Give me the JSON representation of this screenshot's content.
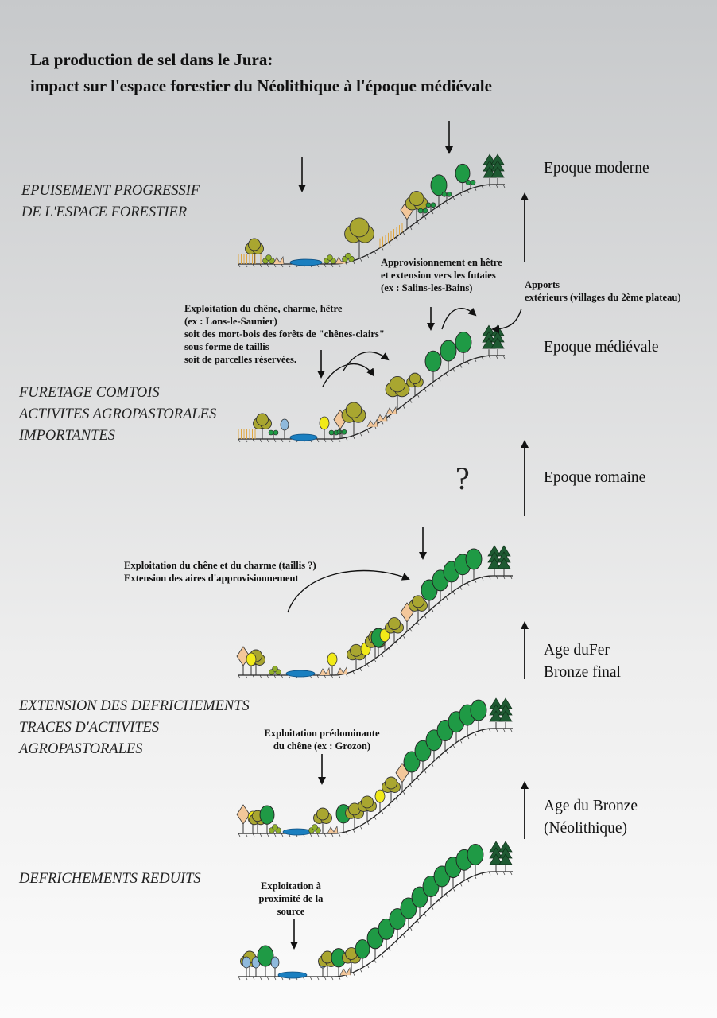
{
  "title": {
    "line1": "La production de sel dans le Jura:",
    "line2": "impact sur l'espace forestier du Néolithique à l'époque médiévale"
  },
  "labels": {
    "epuisement": [
      "EPUISEMENT PROGRESSIF",
      "DE L'ESPACE FORESTIER"
    ],
    "furetage": [
      "FURETAGE COMTOIS",
      "ACTIVITES AGROPASTORALES",
      "IMPORTANTES"
    ],
    "extension": [
      "EXTENSION DES DEFRICHEMENTS",
      "TRACES D'ACTIVITES",
      "AGROPASTORALES"
    ],
    "defrichements": [
      "DEFRICHEMENTS REDUITS"
    ]
  },
  "periods": {
    "moderne": [
      "Epoque moderne"
    ],
    "medievale": [
      "Epoque médiévale"
    ],
    "romaine": [
      "Epoque romaine"
    ],
    "fer": [
      "Age duFer",
      "Bronze final"
    ],
    "bronze": [
      "Age du Bronze",
      "(Néolithique)"
    ]
  },
  "notes": {
    "hetre": [
      "Approvisionnement en hêtre",
      "et extension vers les futaies",
      "(ex : Salins-les-Bains)"
    ],
    "apports": [
      "Apports",
      "extérieurs (villages du 2ème plateau)"
    ],
    "chene_charme_hetre": [
      "Exploitation du chêne, charme, hêtre",
      "(ex : Lons-le-Saunier)",
      "soit des mort-bois des forêts de \"chênes-clairs\"",
      "sous forme de taillis",
      "soit de parcelles réservées."
    ],
    "chene_charme": [
      "Exploitation du chêne et du charme (taillis ?)",
      "Extension des aires d'approvisionnement"
    ],
    "predominante": [
      "Exploitation prédominante",
      "du chêne (ex : Grozon)"
    ],
    "proximite": [
      "Exploitation  à",
      "proximité de la",
      "source"
    ]
  },
  "question_mark": "?",
  "colors": {
    "oak": "#a9a630",
    "beech": "#1f9a45",
    "conifer": "#1e5a32",
    "hornbeam_yellow": "#f1ea18",
    "fruit_blue": "#8fb9dc",
    "scrub_tan": "#f3c79a",
    "water": "#1a7fc0",
    "fence": "#e0a640",
    "shrub_green": "#8fae2a",
    "background_top": "#c7c9cb",
    "background_bottom": "#fbfbfb"
  }
}
